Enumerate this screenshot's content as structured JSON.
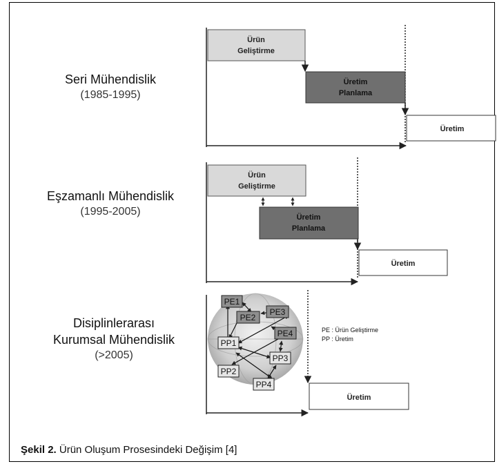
{
  "rows": [
    {
      "title": "Seri Mühendislik",
      "period": "(1985-1995)",
      "box1": [
        "Ürün",
        "Geliştirme"
      ],
      "box2": [
        "Üretim",
        "Planlama"
      ],
      "box3": "Üretim"
    },
    {
      "title": "Eşzamanlı Mühendislik",
      "period": "(1995-2005)",
      "box1": [
        "Ürün",
        "Geliştirme"
      ],
      "box2": [
        "Üretim",
        "Planlama"
      ],
      "box3": "Üretim"
    },
    {
      "title_line1": "Disiplinlerarası",
      "title_line2": "Kurumsal Mühendislik",
      "period": "(>2005)",
      "nodes": [
        "PE1",
        "PE2",
        "PE3",
        "PE4",
        "PP1",
        "PP2",
        "PP3",
        "PP4"
      ],
      "legend": [
        "PE  : Ürün Geliştirme",
        "PP  : Üretim"
      ],
      "box3": "Üretim"
    }
  ],
  "caption": {
    "bold": "Şekil 2.",
    "text": " Ürün Oluşum Prosesindeki Değişim [4]"
  },
  "colors": {
    "light_box": "#d9d9d9",
    "dark_box": "#6f6f6f",
    "node_box": "#bdbdbd",
    "globe": "#cfcfcf"
  }
}
